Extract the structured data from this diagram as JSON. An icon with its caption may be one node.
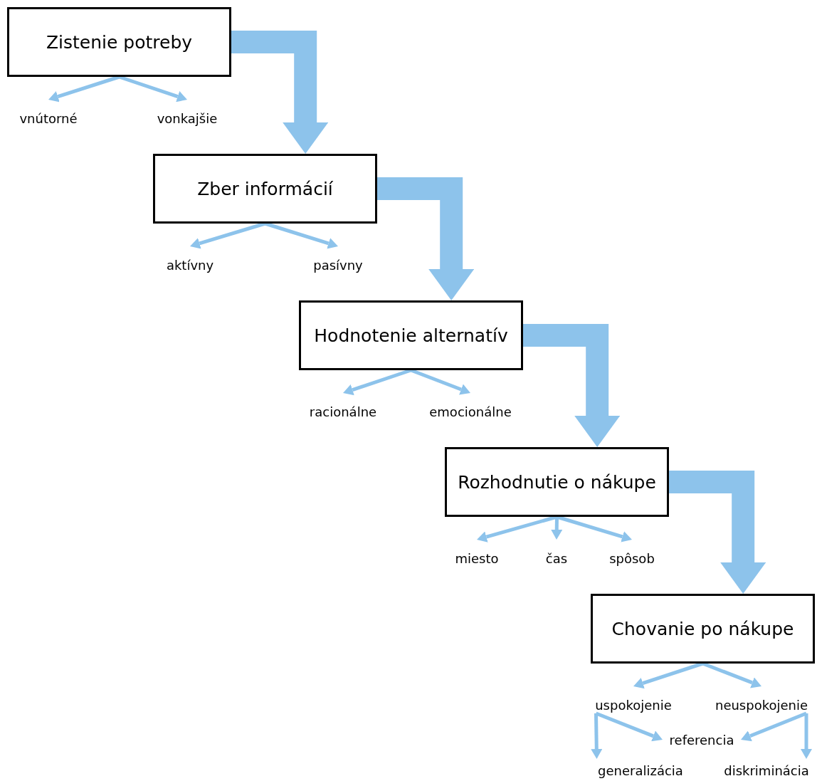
{
  "diagram": {
    "nodes": [
      {
        "text": [
          "Zistenie potreby"
        ]
      },
      {
        "text": [
          "vnútorné"
        ]
      },
      {
        "text": [
          "vonkajšie"
        ]
      },
      {
        "text": [
          "Zber informácií"
        ]
      },
      {
        "text": [
          "aktívny"
        ]
      },
      {
        "text": [
          "pasívny"
        ]
      },
      {
        "text": [
          "Hodnotenie alternatív"
        ]
      },
      {
        "text": [
          "racionálne"
        ]
      },
      {
        "text": [
          "emocionálne"
        ]
      },
      {
        "text": [
          "Rozhodnutie o nákupe"
        ]
      },
      {
        "text": [
          "miesto"
        ]
      },
      {
        "text": [
          "čas"
        ]
      },
      {
        "text": [
          "spôsob"
        ]
      },
      {
        "text": [
          "Chovanie po nákupe"
        ]
      },
      {
        "text": [
          "uspokojenie"
        ]
      },
      {
        "text": [
          "neuspokojenie"
        ]
      },
      {
        "text": [
          "referencia"
        ]
      },
      {
        "text": [
          "generalizácia"
        ]
      },
      {
        "text": [
          "diskriminácia"
        ]
      }
    ],
    "edges": [
      {
        "from": 0,
        "to": 1,
        "arrow": "to"
      },
      {
        "from": 0,
        "to": 2,
        "arrow": "to"
      },
      {
        "from": 0,
        "to": 3,
        "arrow": "to",
        "style": "thick"
      },
      {
        "from": 3,
        "to": 4,
        "arrow": "to"
      },
      {
        "from": 3,
        "to": 5,
        "arrow": "to"
      },
      {
        "from": 3,
        "to": 6,
        "arrow": "to",
        "style": "thick"
      },
      {
        "from": 6,
        "to": 7,
        "arrow": "to"
      },
      {
        "from": 6,
        "to": 8,
        "arrow": "to"
      },
      {
        "from": 6,
        "to": 9,
        "arrow": "to",
        "style": "thick"
      },
      {
        "from": 9,
        "to": 10,
        "arrow": "to"
      },
      {
        "from": 9,
        "to": 11,
        "arrow": "to"
      },
      {
        "from": 9,
        "to": 12,
        "arrow": "to"
      },
      {
        "from": 9,
        "to": 13,
        "arrow": "to",
        "style": "thick"
      },
      {
        "from": 13,
        "to": 14,
        "arrow": "to"
      },
      {
        "from": 13,
        "to": 15,
        "arrow": "to"
      },
      {
        "from": 14,
        "to": 16,
        "arrow": "to"
      },
      {
        "from": 14,
        "to": 17,
        "arrow": "to"
      },
      {
        "from": 15,
        "to": 16,
        "arrow": "to"
      },
      {
        "from": 15,
        "to": 18,
        "arrow": "to"
      }
    ]
  }
}
